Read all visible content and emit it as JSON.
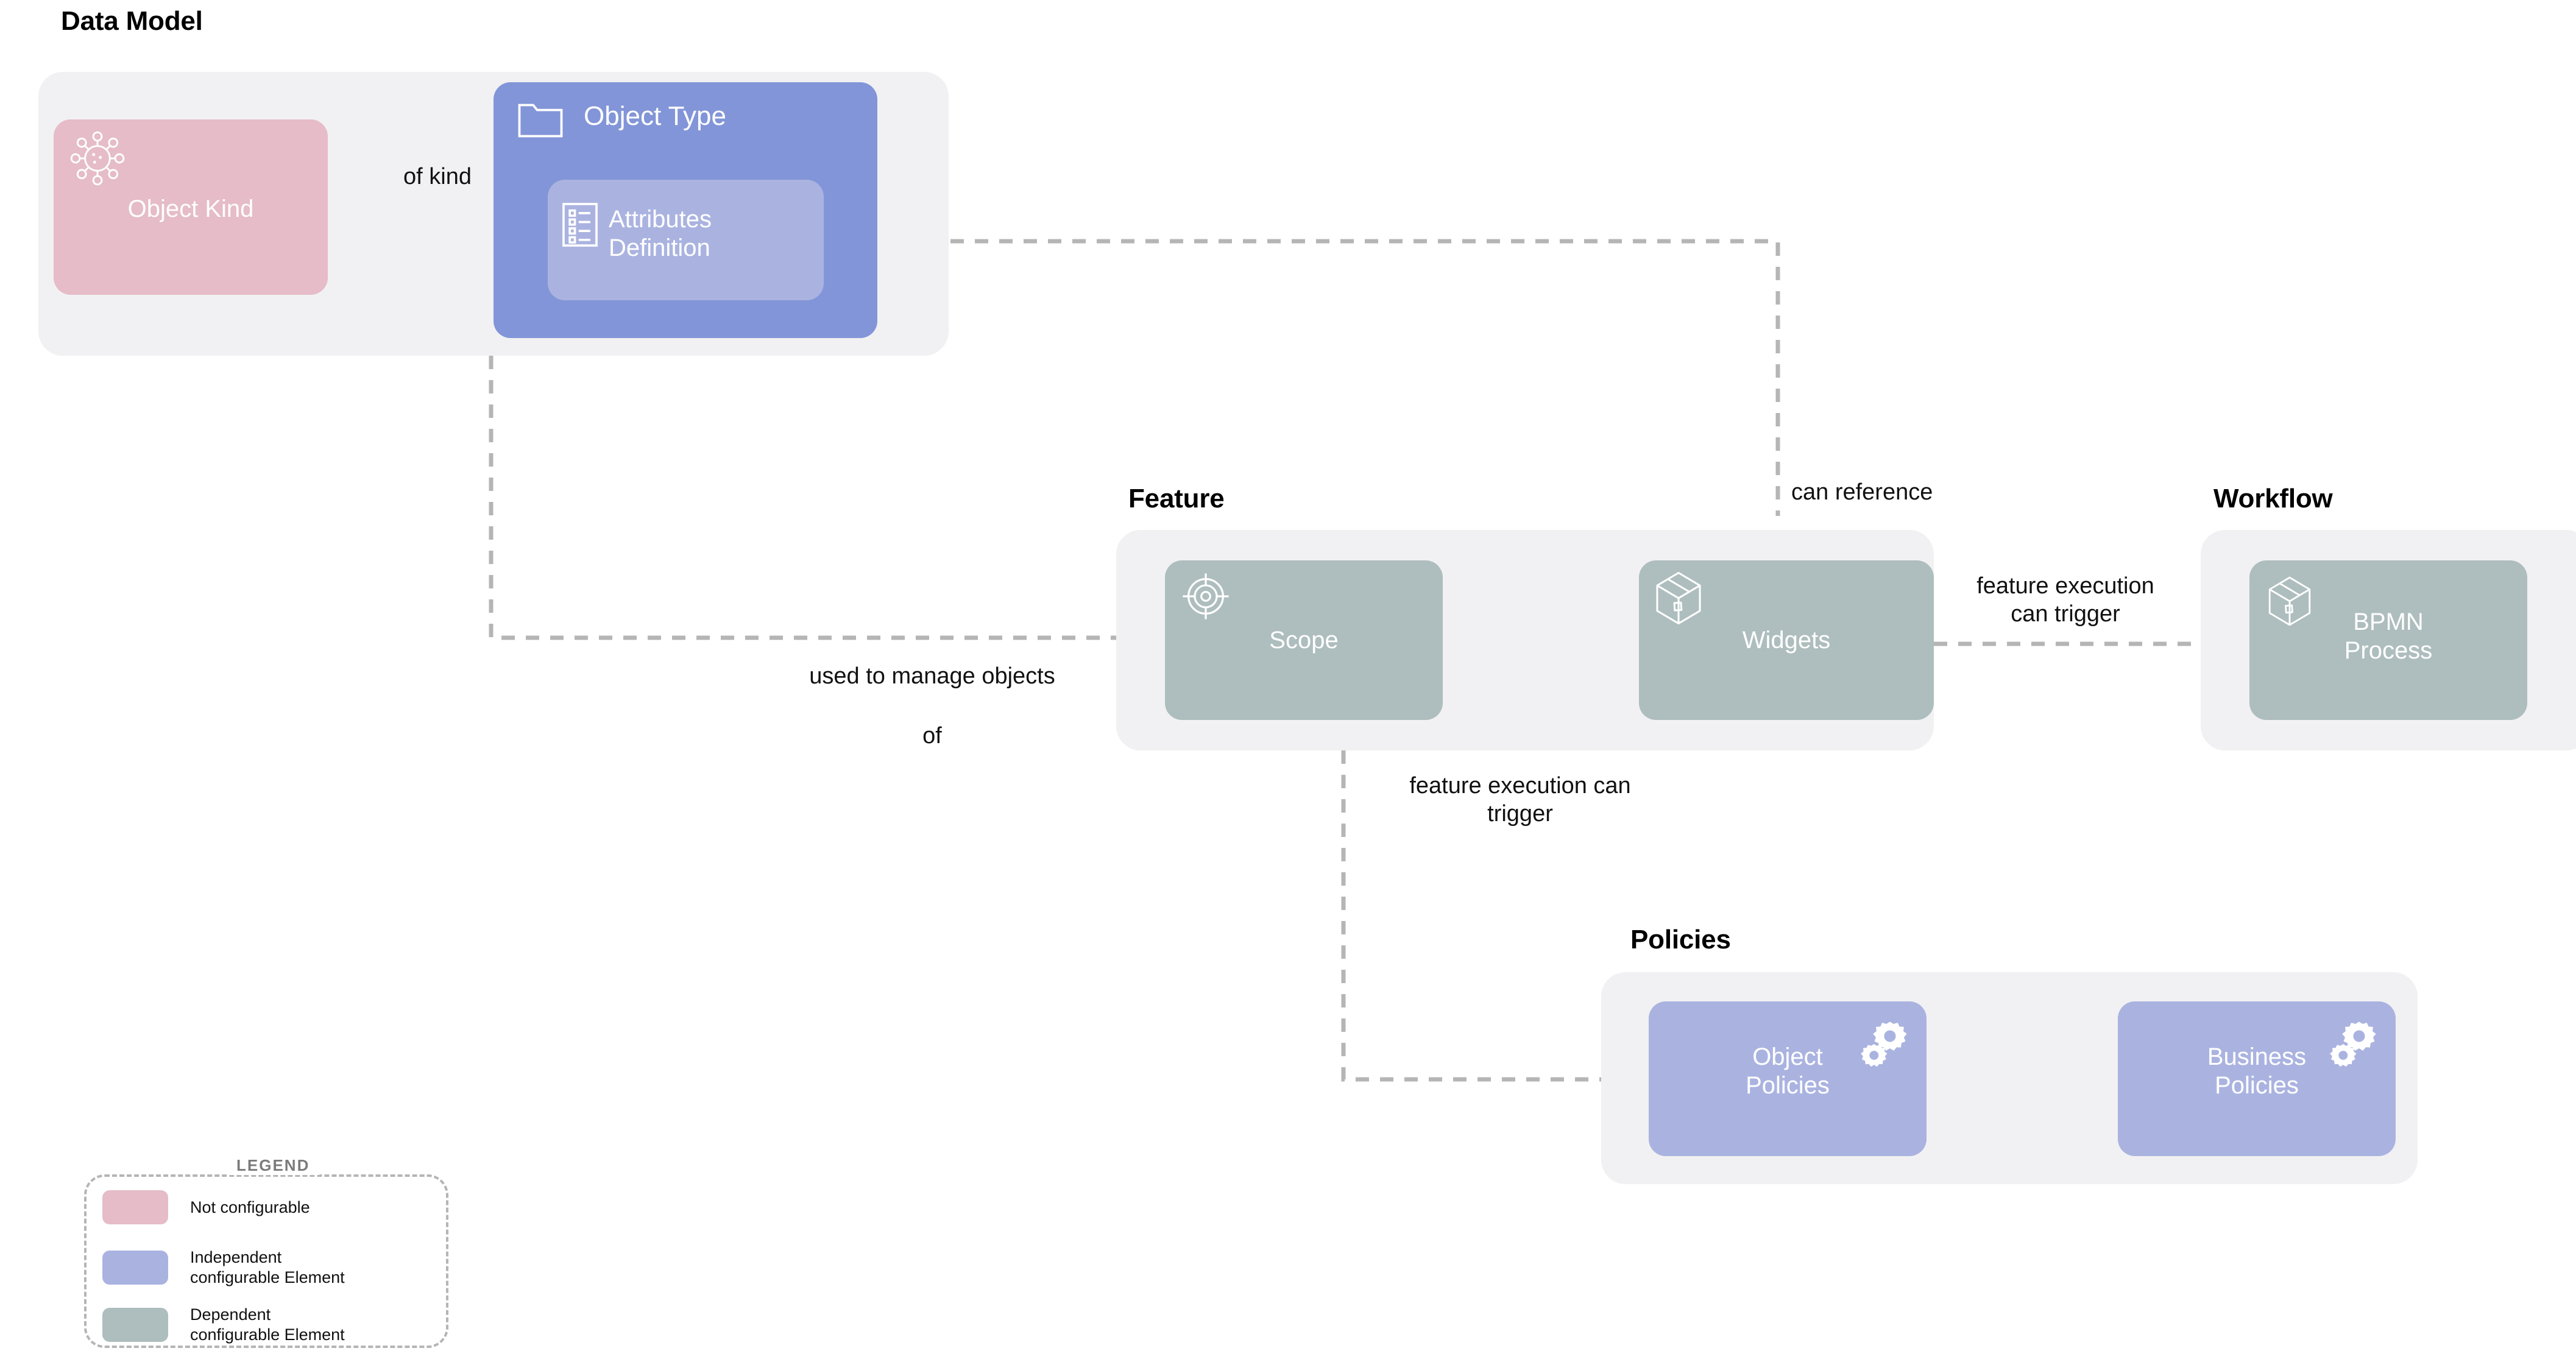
{
  "diagram": {
    "title_text": "Data Model",
    "groups": [
      {
        "id": "data-model",
        "label": "Data Model"
      },
      {
        "id": "feature",
        "label": "Feature"
      },
      {
        "id": "workflow",
        "label": "Workflow"
      },
      {
        "id": "policies",
        "label": "Policies"
      }
    ],
    "nodes": {
      "object_kind": {
        "label": "Object Kind",
        "icon": "virus-icon",
        "color": "#e5bcc7",
        "category": "Not configurable"
      },
      "object_type": {
        "label": "Object Type",
        "icon": "folder-icon",
        "color": "#8295d8",
        "category": "Independent configurable Element"
      },
      "attributes": {
        "label": "Attributes\nDefinition",
        "icon": "checklist-icon",
        "color": "#aab3e0",
        "category": "Independent configurable Element"
      },
      "scope": {
        "label": "Scope",
        "icon": "crosshair-icon",
        "color": "#aebdbd",
        "category": "Dependent configurable Element"
      },
      "widgets": {
        "label": "Widgets",
        "icon": "box-3d-icon",
        "color": "#aebdbd",
        "category": "Dependent configurable Element"
      },
      "bpmn_process": {
        "label": "BPMN\nProcess",
        "icon": "box-3d-icon",
        "color": "#aebdbd",
        "category": "Dependent configurable Element"
      },
      "object_policies": {
        "label": "Object\nPolicies",
        "icon": "gears-icon",
        "color": "#aab3e0",
        "category": "Independent configurable Element"
      },
      "business_policies": {
        "label": "Business\nPolicies",
        "icon": "gears-icon",
        "color": "#aab3e0",
        "category": "Independent configurable Element"
      }
    },
    "connections": [
      {
        "id": "of-kind",
        "from": "object_kind",
        "to": "object_type",
        "label": "of kind"
      },
      {
        "id": "can-reference",
        "from": "attributes",
        "to": "widgets",
        "label": "can reference"
      },
      {
        "id": "used-to-manage",
        "from": "object_type",
        "to": "scope",
        "label": "used to manage objects\n\nof"
      },
      {
        "id": "widgets-to-bpmn",
        "from": "widgets",
        "to": "bpmn_process",
        "label": "feature execution\ncan trigger"
      },
      {
        "id": "feature-to-policies",
        "from": "feature",
        "to": "policies",
        "label": "feature execution can\ntrigger"
      }
    ],
    "connector_labels": {
      "of_kind": "of kind",
      "can_reference": "can reference",
      "used_to_manage_line1": "used to manage objects",
      "used_to_manage_line2": "of",
      "widgets_to_bpmn": "feature execution\ncan trigger",
      "feature_to_policies": "feature execution can\ntrigger"
    },
    "legend": {
      "title": "LEGEND",
      "items": [
        {
          "color": "#e5bcc7",
          "label": "Not configurable"
        },
        {
          "color": "#aab3e0",
          "label": "Independent\nconfigurable Element"
        },
        {
          "color": "#aebdbd",
          "label": "Dependent\nconfigurable Element"
        }
      ]
    },
    "colors": {
      "not_configurable": "#e5bcc7",
      "independent_configurable": "#aab3e0",
      "independent_configurable_dark": "#8295d8",
      "dependent_configurable": "#aebdbd",
      "group_background": "#f1f1f3",
      "connector": "#b5b5b5",
      "page_background": "#ffffff"
    }
  }
}
